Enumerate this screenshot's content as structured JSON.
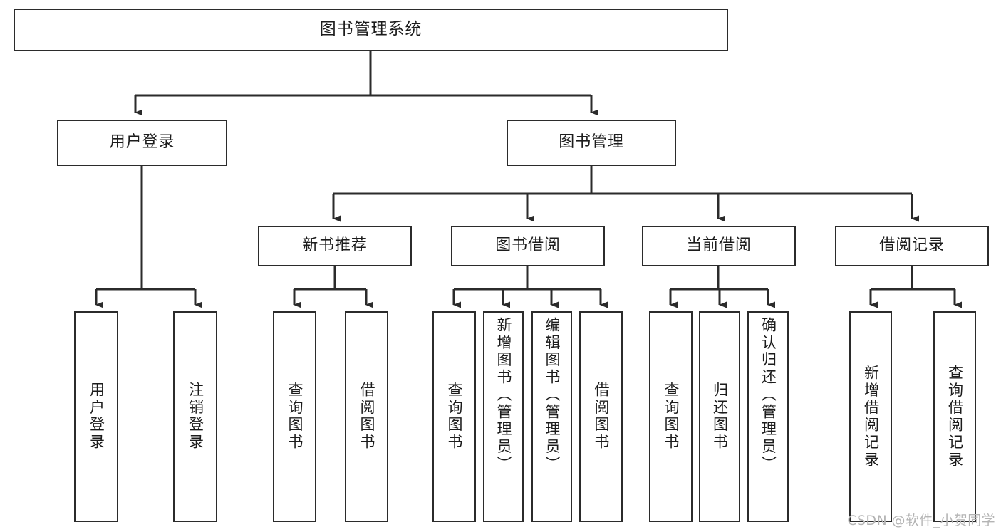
{
  "diagram": {
    "title": "图书管理系统",
    "type": "tree",
    "orientation": "top-down",
    "colors": {
      "box_border": "#2b2b2b",
      "box_fill": "#ffffff",
      "edge": "#2b2b2b",
      "text": "#1c1c1c",
      "watermark": "#b4b4b4",
      "background": "#ffffff"
    },
    "watermark": "CSDN @软件_小贺同学",
    "nodes": {
      "root": {
        "label": "图书管理系统"
      },
      "level2": [
        {
          "id": "user-login",
          "label": "用户登录"
        },
        {
          "id": "book-management",
          "label": "图书管理"
        }
      ],
      "level3": [
        {
          "id": "new-book-recommend",
          "label": "新书推荐",
          "parent": "book-management"
        },
        {
          "id": "book-borrow",
          "label": "图书借阅",
          "parent": "book-management"
        },
        {
          "id": "current-borrow",
          "label": "当前借阅",
          "parent": "book-management"
        },
        {
          "id": "borrow-record",
          "label": "借阅记录",
          "parent": "book-management"
        }
      ],
      "leaves": [
        {
          "id": "leaf-user-login",
          "label": "用户登录",
          "parent": "user-login"
        },
        {
          "id": "leaf-user-logout",
          "label": "注销登录",
          "parent": "user-login"
        },
        {
          "id": "leaf-query-book-1",
          "label": "查询图书",
          "parent": "new-book-recommend"
        },
        {
          "id": "leaf-borrow-book-1",
          "label": "借阅图书",
          "parent": "new-book-recommend"
        },
        {
          "id": "leaf-query-book-2",
          "label": "查询图书",
          "parent": "book-borrow"
        },
        {
          "id": "leaf-add-book",
          "label": "新增图书（管理员）",
          "parent": "book-borrow"
        },
        {
          "id": "leaf-edit-book",
          "label": "编辑图书（管理员）",
          "parent": "book-borrow"
        },
        {
          "id": "leaf-borrow-book-2",
          "label": "借阅图书",
          "parent": "book-borrow"
        },
        {
          "id": "leaf-query-book-3",
          "label": "查询图书",
          "parent": "current-borrow"
        },
        {
          "id": "leaf-return-book",
          "label": "归还图书",
          "parent": "current-borrow"
        },
        {
          "id": "leaf-confirm-return",
          "label": "确认归还（管理员）",
          "parent": "current-borrow"
        },
        {
          "id": "leaf-add-record",
          "label": "新增借阅记录",
          "parent": "borrow-record"
        },
        {
          "id": "leaf-query-record",
          "label": "查询借阅记录",
          "parent": "borrow-record"
        }
      ]
    }
  }
}
